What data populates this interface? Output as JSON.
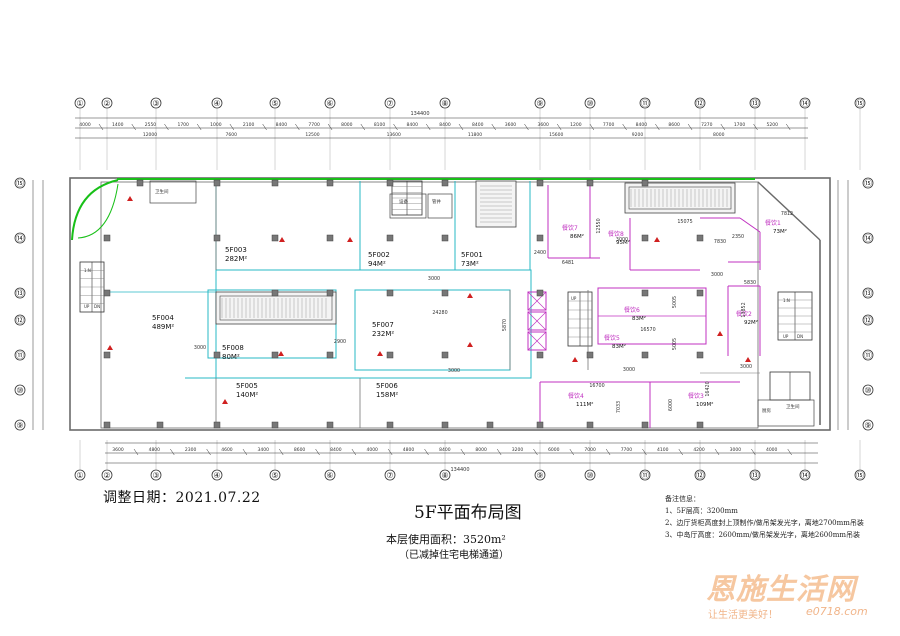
{
  "colors": {
    "wall": "#6a6a6a",
    "green": "#18c018",
    "cyan": "#27b8c4",
    "magenta": "#c030c0",
    "red": "#d02020",
    "dim": "#333333"
  },
  "units": [
    {
      "code": "5F001",
      "area": "73M²"
    },
    {
      "code": "5F002",
      "area": "94M²"
    },
    {
      "code": "5F003",
      "area": "282M²"
    },
    {
      "code": "5F004",
      "area": "489M²"
    },
    {
      "code": "5F005",
      "area": "140M²"
    },
    {
      "code": "5F006",
      "area": "158M²"
    },
    {
      "code": "5F007",
      "area": "232M²"
    },
    {
      "code": "5F008",
      "area": "80M²"
    }
  ],
  "dining": [
    {
      "name": "餐饮7",
      "area": "86M²"
    },
    {
      "name": "餐饮8",
      "area": "95M²"
    },
    {
      "name": "餐饮1",
      "area": "73M²"
    },
    {
      "name": "餐饮6",
      "area": "83M²"
    },
    {
      "name": "餐饮5",
      "area": "83M²"
    },
    {
      "name": "餐饮2",
      "area": "92M²"
    },
    {
      "name": "餐饮4",
      "area": "111M²"
    },
    {
      "name": "餐饮3",
      "area": "109M²"
    }
  ],
  "grid_rows": [
    "⑮",
    "⑭",
    "⑬",
    "⑫",
    "⑪",
    "⑩",
    "⑨"
  ],
  "grid_cols": [
    "①",
    "②",
    "③",
    "④",
    "⑤",
    "⑥",
    "⑦",
    "⑧",
    "⑨",
    "⑩",
    "⑪",
    "⑫",
    "⑬",
    "⑭",
    "⑮"
  ],
  "dimensions": {
    "overall_top": "134400",
    "overall_bottom": "134400",
    "top_row": [
      "4000",
      "1400",
      "2550",
      "1700",
      "1000",
      "2100",
      "8400",
      "7700",
      "8000",
      "8100",
      "8400",
      "8400",
      "8400",
      "3600",
      "3600",
      "1200",
      "7700",
      "8400",
      "8600",
      "7270",
      "1700",
      "5200"
    ],
    "top_row2": [
      "12000",
      "7600",
      "12500",
      "13600",
      "11800",
      "15600",
      "9200",
      "8000"
    ],
    "bottom_row": [
      "3600",
      "4800",
      "2300",
      "4600",
      "3400",
      "8600",
      "8400",
      "4000",
      "4800",
      "8400",
      "8000",
      "3200",
      "6000",
      "7000",
      "7700",
      "4100",
      "4200",
      "3000",
      "4000"
    ],
    "inner": [
      "24280",
      "3000",
      "3000",
      "2900",
      "2400",
      "3000",
      "5870",
      "3000",
      "15075",
      "7812",
      "3000",
      "16570",
      "5005",
      "5005",
      "13852",
      "5830",
      "3000",
      "16700",
      "16420",
      "7033",
      "6000",
      "3000",
      "12550",
      "6481",
      "2350",
      "7830"
    ]
  },
  "stair_labels": {
    "lift": "1:N",
    "up": "UP",
    "down": "DN"
  },
  "rooms_small": [
    "管井",
    "风井",
    "卫生间",
    "楼梯",
    "设备",
    "厨房"
  ],
  "footer": {
    "adjust_date": "调整日期：2021.07.22",
    "title": "5F平面布局图",
    "area": "本层使用面积：3520m²",
    "note": "（已减掉住宅电梯通道）"
  },
  "notes": {
    "heading": "备注信息：",
    "items": [
      "1、5F层高：3200mm",
      "2、边厅货柜高度封上顶制作/做吊架发光字，离地2700mm吊装",
      "3、中岛厅高度：2600mm/做吊架发光字，离地2600mm吊装"
    ]
  },
  "watermark": {
    "brand": "恩施生活网",
    "slogan": "让生活更美好！",
    "site": "e0718.com"
  }
}
